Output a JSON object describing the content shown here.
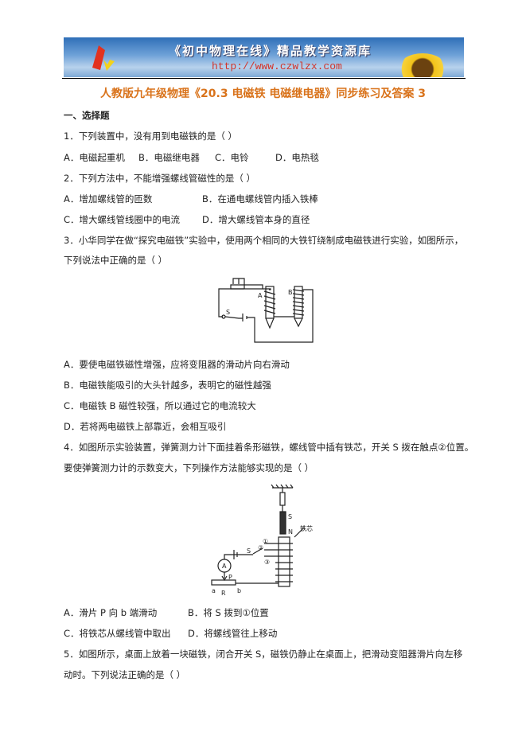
{
  "banner": {
    "title": "《初中物理在线》精品教学资源库",
    "url": "http://www.czwlzx.com"
  },
  "doc_title": "人教版九年级物理《20.3 电磁铁  电磁继电器》同步练习及答案 3",
  "section": "一、选择题",
  "questions": [
    {
      "stem": [
        "1．下列装置中，没有用到电磁铁的是（    ）"
      ],
      "options": [
        "A．电磁起重机",
        "B．电磁继电器",
        "C．电铃",
        "D．电热毯"
      ]
    },
    {
      "stem": [
        "2．下列方法中，不能增强螺线管磁性的是（    ）"
      ],
      "options": [
        "A．增加螺线管的匝数",
        "B．在通电螺线管内插入铁棒",
        "C．增大螺线管线圈中的电流",
        "D．增大螺线管本身的直径"
      ]
    },
    {
      "stem": [
        "3．小华同学在做“探究电磁铁”实验中，使用两个相同的大铁钉绕制成电磁铁进行实验，如图所示，",
        "下列说法中正确的是（    ）"
      ],
      "figure_labels": [
        "A",
        "B",
        "S"
      ],
      "options": [
        "A．要使电磁铁磁性增强，应将变阻器的滑动片向右滑动",
        "B．电磁铁能吸引的大头针越多，表明它的磁性越强",
        "C．电磁铁 B 磁性较强，所以通过它的电流较大",
        "D．若将两电磁铁上部靠近，会相互吸引"
      ]
    },
    {
      "stem": [
        "4．如图所示实验装置，弹簧测力计下面挂着条形磁铁，螺线管中插有铁芯，开关 S 拨在触点②位置。",
        "要使弹簧测力计的示数变大，下列操作方法能够实现的是（    ）"
      ],
      "figure_labels": [
        "S",
        "N",
        "铁芯",
        "①",
        "②",
        "③",
        "S",
        "A",
        "P",
        "a",
        "R",
        "b"
      ],
      "options": [
        "A．滑片 P 向 b 端滑动",
        "B．将 S 拨到①位置",
        "C．将铁芯从螺线管中取出",
        "D．将螺线管往上移动"
      ]
    },
    {
      "stem": [
        "5．如图所示，桌面上放着一块磁铁，闭合开关 S，磁铁仍静止在桌面上，把滑动变阻器滑片向左移",
        "动时。下列说法正确的是（    ）"
      ]
    }
  ],
  "colors": {
    "title": "#d9731b",
    "url": "#d2342a"
  }
}
